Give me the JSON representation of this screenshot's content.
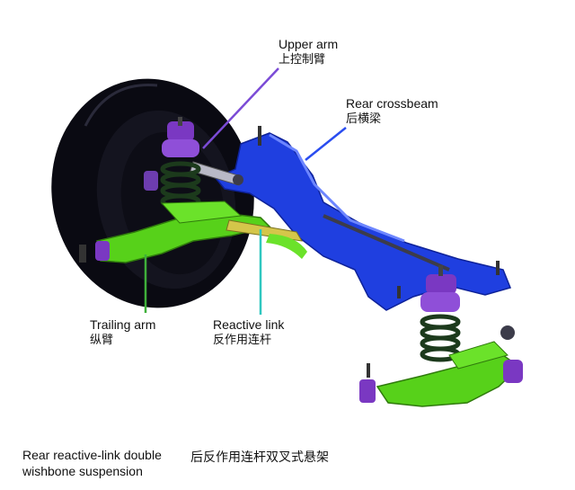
{
  "labels": {
    "upper_arm": {
      "en": "Upper arm",
      "zh": "上控制臂"
    },
    "rear_crossbeam": {
      "en": "Rear crossbeam",
      "zh": "后横梁"
    },
    "trailing_arm": {
      "en": "Trailing arm",
      "zh": "纵臂"
    },
    "reactive_link": {
      "en": "Reactive link",
      "zh": "反作用连杆"
    }
  },
  "caption": {
    "en_line1": "Rear reactive-link double",
    "en_line2": "wishbone suspension",
    "zh": "后反作用连杆双叉式悬架"
  },
  "colors": {
    "tire": "#0a0a12",
    "crossbeam": "#1f3fe0",
    "arm": "#57d11a",
    "spring": "#1c3a1c",
    "strut_top": "#7a38c2",
    "leader_upper": "#7b4bd6",
    "leader_cross": "#2a4df0",
    "leader_green": "#3fb03a",
    "leader_reactive": "#2fc7c0"
  }
}
